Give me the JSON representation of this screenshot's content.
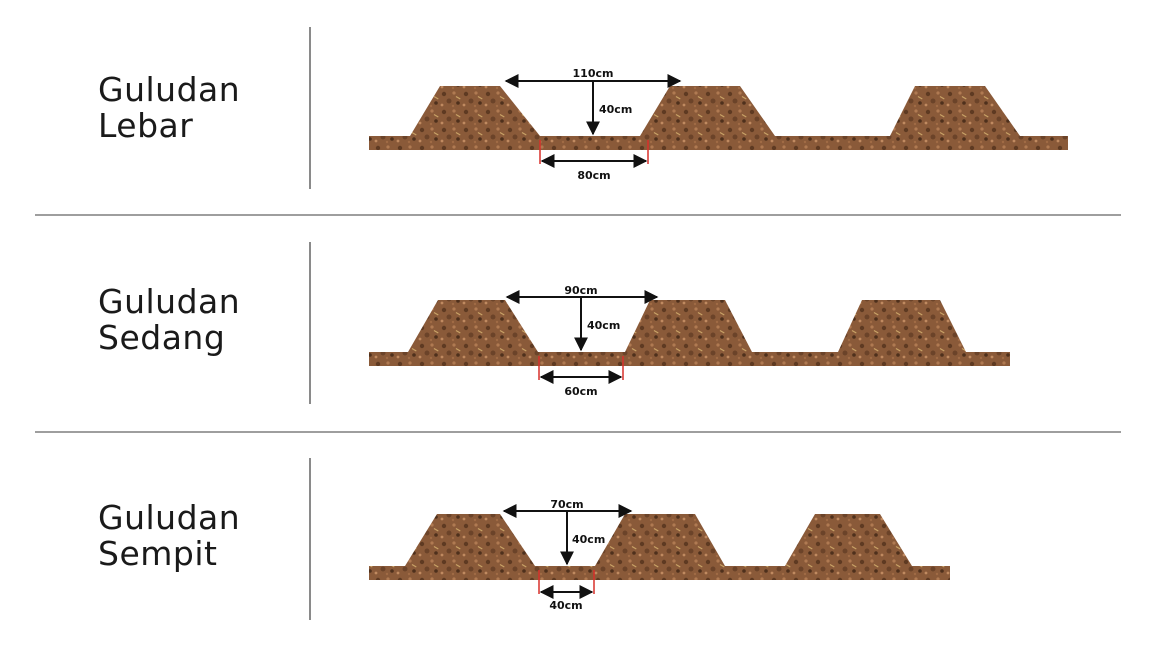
{
  "colors": {
    "soil_dark": "#5e3a22",
    "soil_mid": "#8a5a39",
    "soil_light": "#b07a52",
    "dimension_line": "#111111",
    "base_marker": "#d8302a",
    "divider": "#9e9e9e"
  },
  "rows": [
    {
      "title_line1": "Guludan",
      "title_line2": "Lebar",
      "top_width_label": "110cm",
      "height_label": "40cm",
      "base_width_label": "80cm"
    },
    {
      "title_line1": "Guludan",
      "title_line2": "Sedang",
      "top_width_label": "90cm",
      "height_label": "40cm",
      "base_width_label": "60cm"
    },
    {
      "title_line1": "Guludan",
      "title_line2": "Sempit",
      "top_width_label": "70cm",
      "height_label": "40cm",
      "base_width_label": "40cm"
    }
  ]
}
